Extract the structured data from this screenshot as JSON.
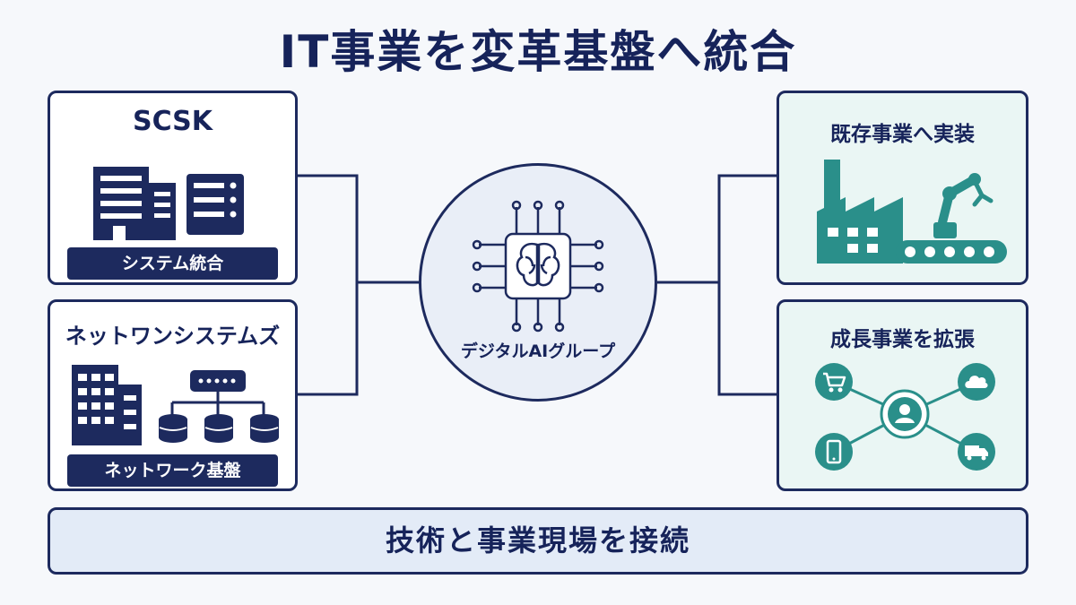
{
  "title": "IT事業を変革基盤へ統合",
  "left_panels": [
    {
      "title": "SCSK",
      "tag": "システム統合",
      "icons": [
        "office-building-icon",
        "server-rack-icon"
      ]
    },
    {
      "title": "ネットワンシステムズ",
      "tag": "ネットワーク基盤",
      "icons": [
        "office-building-icon",
        "network-switch-icon",
        "database-icon"
      ]
    }
  ],
  "hub": {
    "label": "デジタルAIグループ",
    "icon": "ai-brain-chip-icon"
  },
  "right_panels": [
    {
      "title": "既存事業へ実装",
      "icons": [
        "factory-icon",
        "robot-arm-icon",
        "conveyor-belt-icon"
      ]
    },
    {
      "title": "成長事業を拡張",
      "icons": [
        "shopping-cart-icon",
        "cloud-icon",
        "user-icon",
        "smartphone-icon",
        "delivery-truck-icon"
      ]
    }
  ],
  "bottom": {
    "label": "技術と事業現場を接続"
  },
  "colors": {
    "navy": "#1d2a5e",
    "teal": "#2a8f8a",
    "teal_panel": "#eaf6f4",
    "hub_fill": "#e9eef7",
    "bar_fill": "#e3ebf7"
  }
}
